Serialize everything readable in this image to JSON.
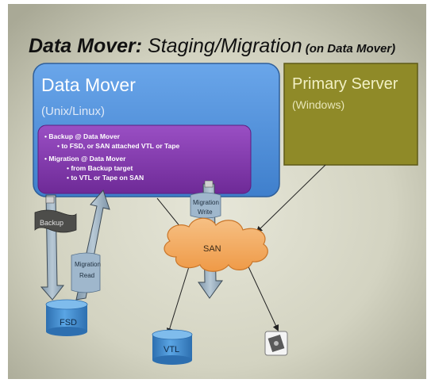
{
  "title": {
    "part1": "Data Mover: ",
    "part2": "Staging/Migration",
    "part3": " (on Data Mover)"
  },
  "data_mover": {
    "name": "Data Mover",
    "os": "(Unix/Linux)"
  },
  "primary_server": {
    "name": "Primary Server",
    "os": "(Windows)"
  },
  "info_box": {
    "backup_heading": "• Backup @ Data Mover",
    "backup_target": "• to FSD, or SAN attached VTL or Tape",
    "migration_heading": "• Migration @ Data Mover",
    "migration_from": "• from Backup target",
    "migration_to": "• to VTL or Tape on SAN"
  },
  "flows": {
    "backup": "Backup",
    "migration_read_1": "Migration",
    "migration_read_2": "Read",
    "migration_write_1": "Migration",
    "migration_write_2": "Write"
  },
  "san": "SAN",
  "storage": {
    "fsd": "FSD",
    "vtl": "VTL",
    "tape": "tape-drive-icon"
  },
  "colors": {
    "background": "#d9d9c8",
    "data_mover_blue": "#4f8fd8",
    "info_purple": "#8a3fb3",
    "primary_server_olive": "#8f8a28",
    "san_orange": "#f2a65a",
    "cylinder_blue": "#3f8fd0"
  }
}
